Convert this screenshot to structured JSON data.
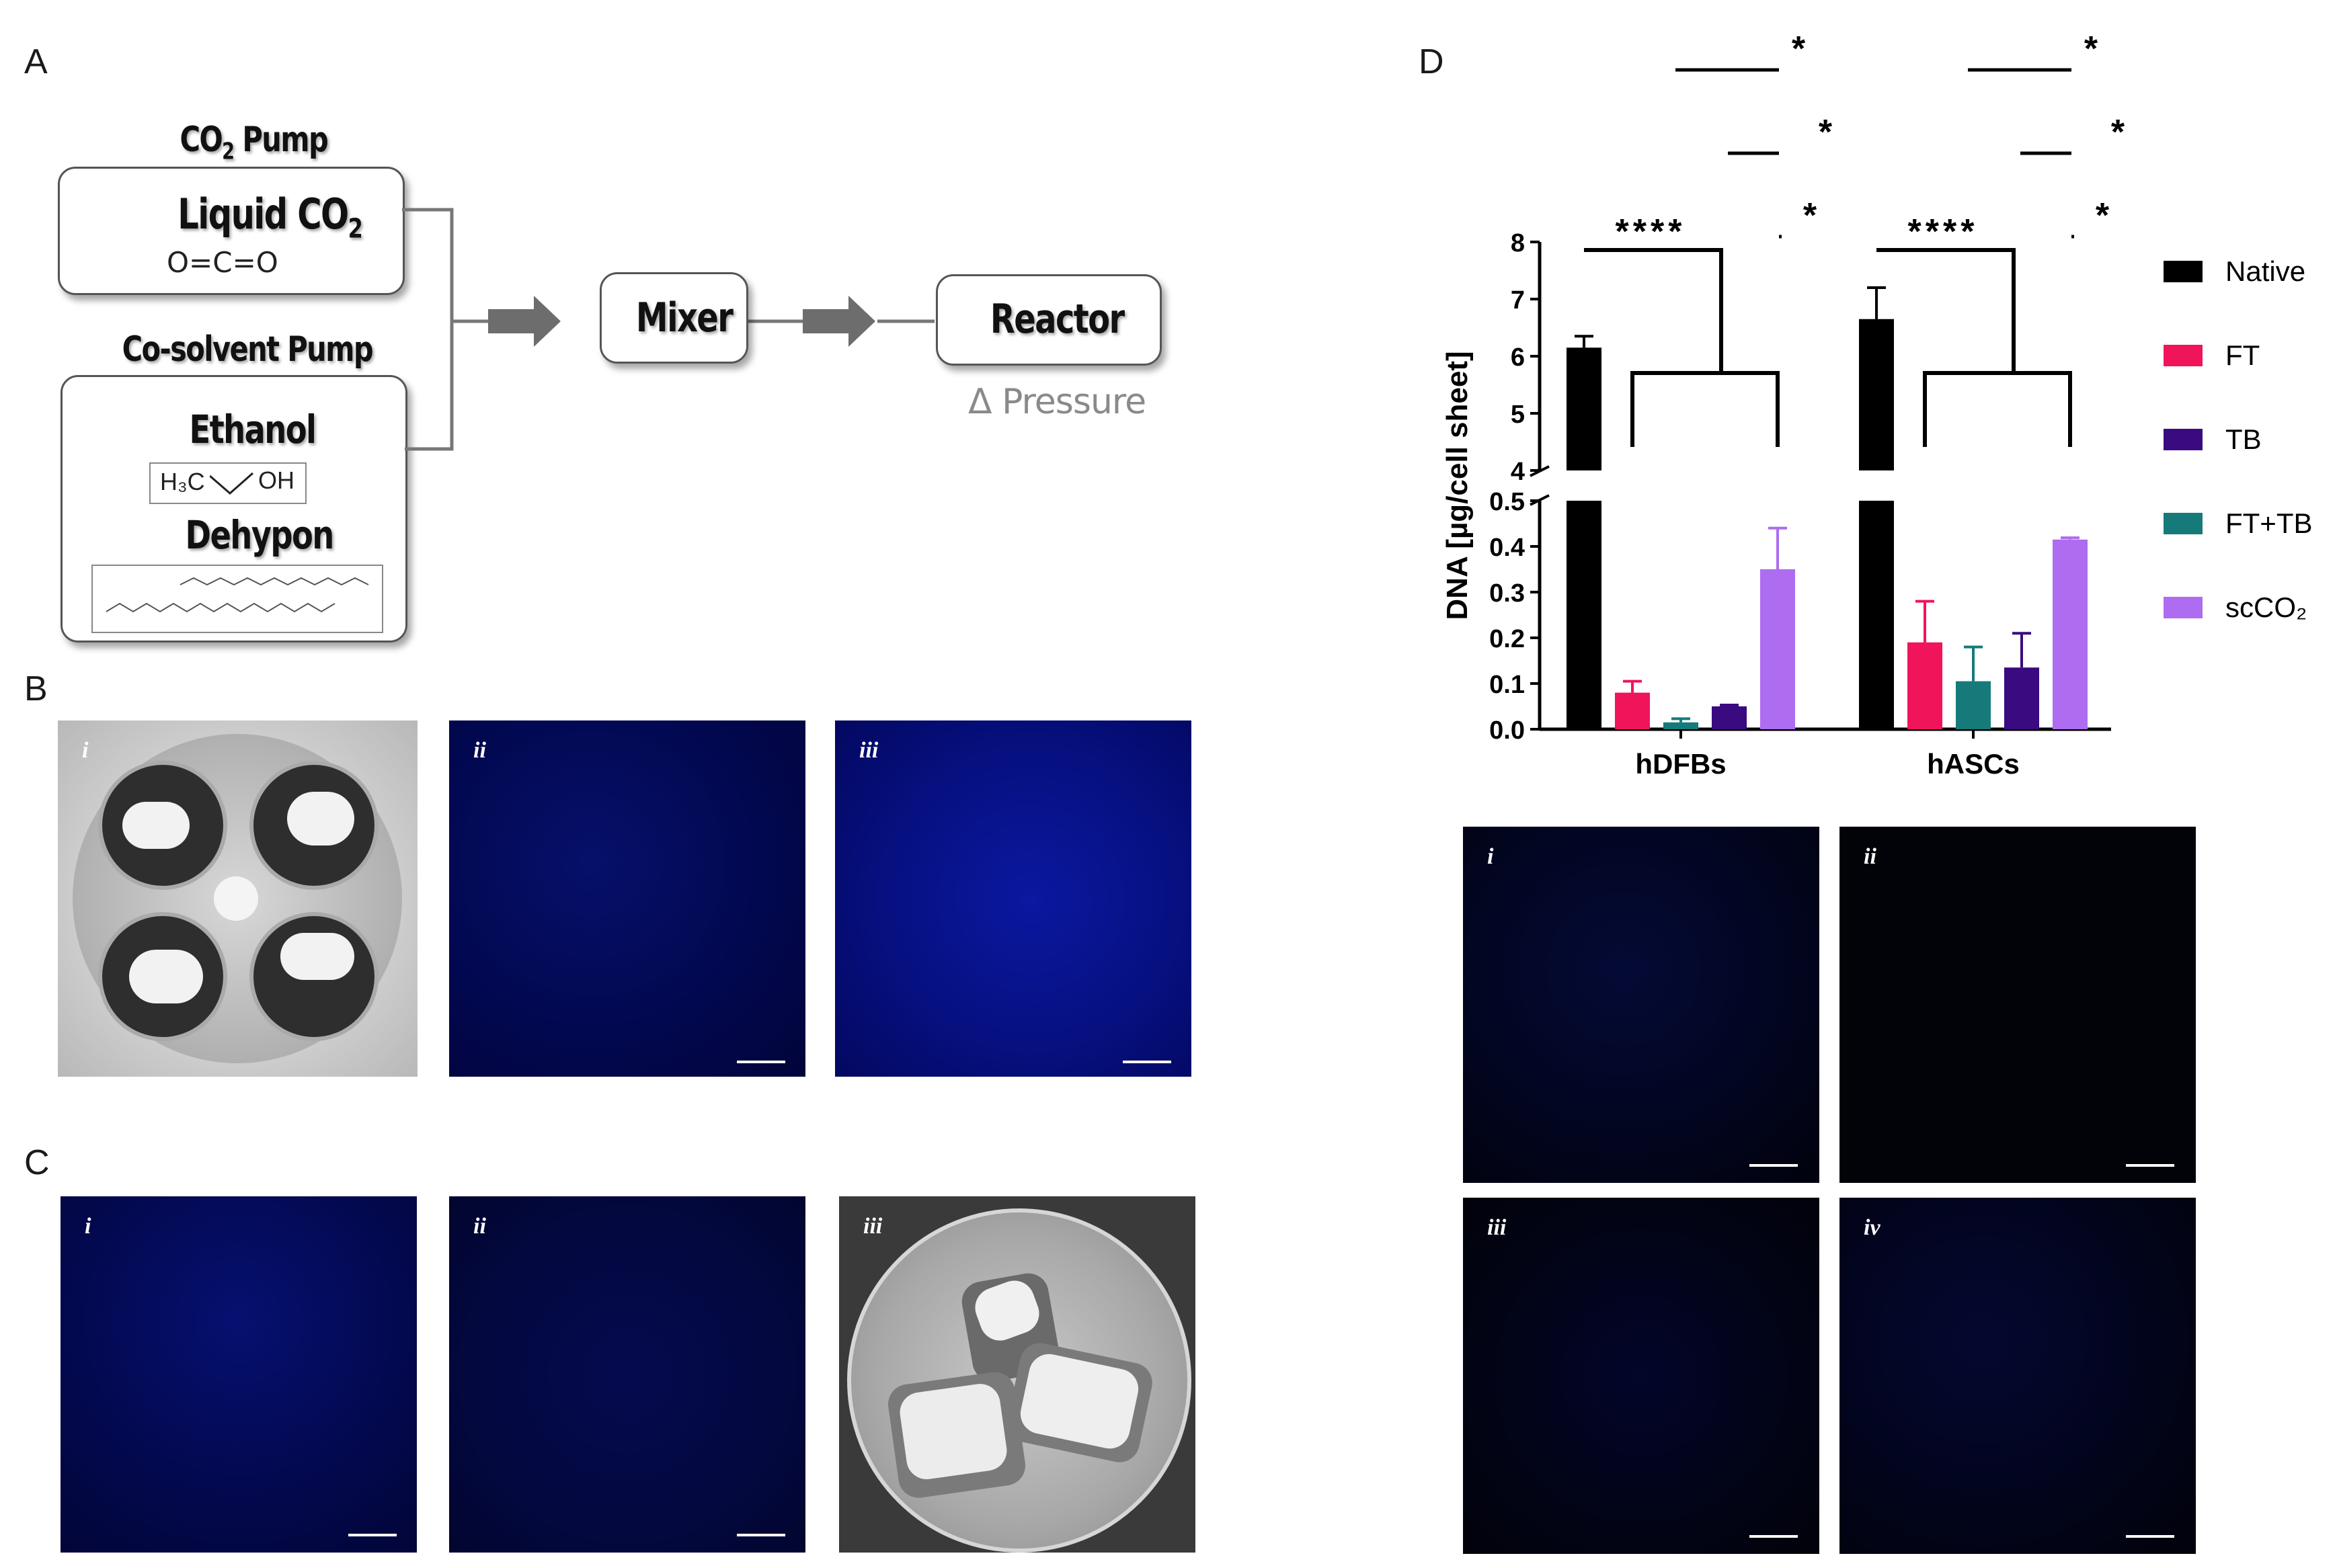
{
  "panels": {
    "a": {
      "letter": "A",
      "co2_pump_label": "CO",
      "co2_pump_sub": "2",
      "co2_pump_suffix": " Pump",
      "liquid_co2": "Liquid CO",
      "liquid_co2_sub": "2",
      "co2_molecule": "O=C=O",
      "cosolvent_pump_label": "Co-solvent Pump",
      "ethanol": "Ethanol",
      "ethanol_formula_left": "H₃C",
      "ethanol_formula_right": "OH",
      "dehypon": "Dehypon",
      "mixer": "Mixer",
      "reactor": "Reactor",
      "pressure": "Δ Pressure"
    },
    "b": {
      "letter": "B",
      "labels": [
        "i",
        "ii",
        "iii"
      ]
    },
    "c": {
      "letter": "C",
      "labels": [
        "i",
        "ii",
        "iii"
      ]
    },
    "d": {
      "letter": "D",
      "labels": [
        "i",
        "ii",
        "iii",
        "iv"
      ]
    }
  },
  "chart_data": {
    "type": "bar",
    "ylabel": "DNA [µg/cell sheet]",
    "categories": [
      "hDFBs",
      "hASCs"
    ],
    "series": [
      {
        "name": "Native",
        "values": [
          6.15,
          6.65
        ],
        "errors": [
          0.2,
          0.55
        ],
        "color": "#000000"
      },
      {
        "name": "FT",
        "values": [
          0.08,
          0.19
        ],
        "errors": [
          0.025,
          0.09
        ],
        "color": "#f0145a"
      },
      {
        "name": "TB",
        "values": [
          0.05,
          0.135
        ],
        "errors": [
          0.003,
          0.075
        ],
        "color": "#3a0a80"
      },
      {
        "name": "FT+TB",
        "values": [
          0.015,
          0.105
        ],
        "errors": [
          0.008,
          0.075
        ],
        "color": "#167a7a"
      },
      {
        "name": "scCO₂",
        "values": [
          0.35,
          0.415
        ],
        "errors": [
          0.09,
          0.004
        ],
        "color": "#ae6cf0"
      }
    ],
    "plot_order": [
      "Native",
      "FT",
      "FT+TB",
      "TB",
      "scCO₂"
    ],
    "broken_axis": {
      "lower": {
        "ylim": [
          0,
          0.5
        ],
        "ticks": [
          "0.0",
          "0.1",
          "0.2",
          "0.3",
          "0.4",
          "0.5"
        ]
      },
      "upper": {
        "ylim": [
          4,
          8
        ],
        "ticks": [
          "4",
          "5",
          "6",
          "7",
          "8"
        ]
      }
    },
    "significance": [
      "*",
      "*",
      "****",
      "*"
    ],
    "legend_position": "right"
  }
}
